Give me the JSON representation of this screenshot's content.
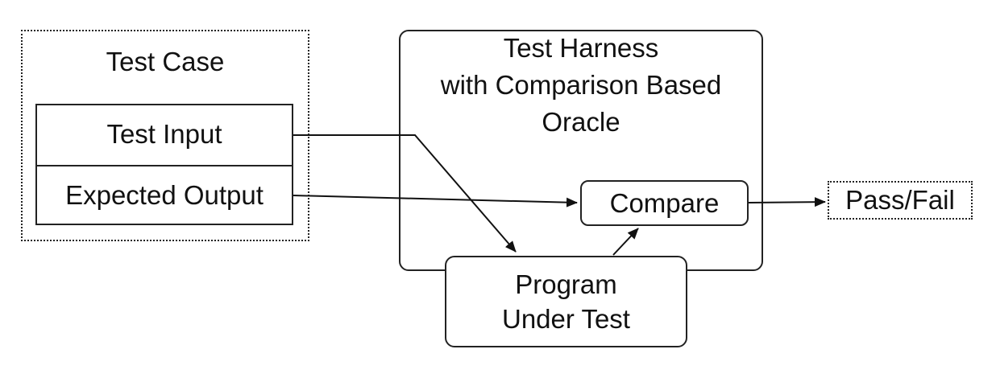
{
  "diagram": {
    "test_case": {
      "title": "Test Case",
      "input_label": "Test Input",
      "expected_output_label": "Expected Output"
    },
    "harness": {
      "title_line1": "Test Harness",
      "title_line2": "with Comparison Based",
      "title_line3": "Oracle"
    },
    "compare_label": "Compare",
    "program_under_test_line1": "Program",
    "program_under_test_line2": "Under Test",
    "result_label": "Pass/Fail"
  }
}
